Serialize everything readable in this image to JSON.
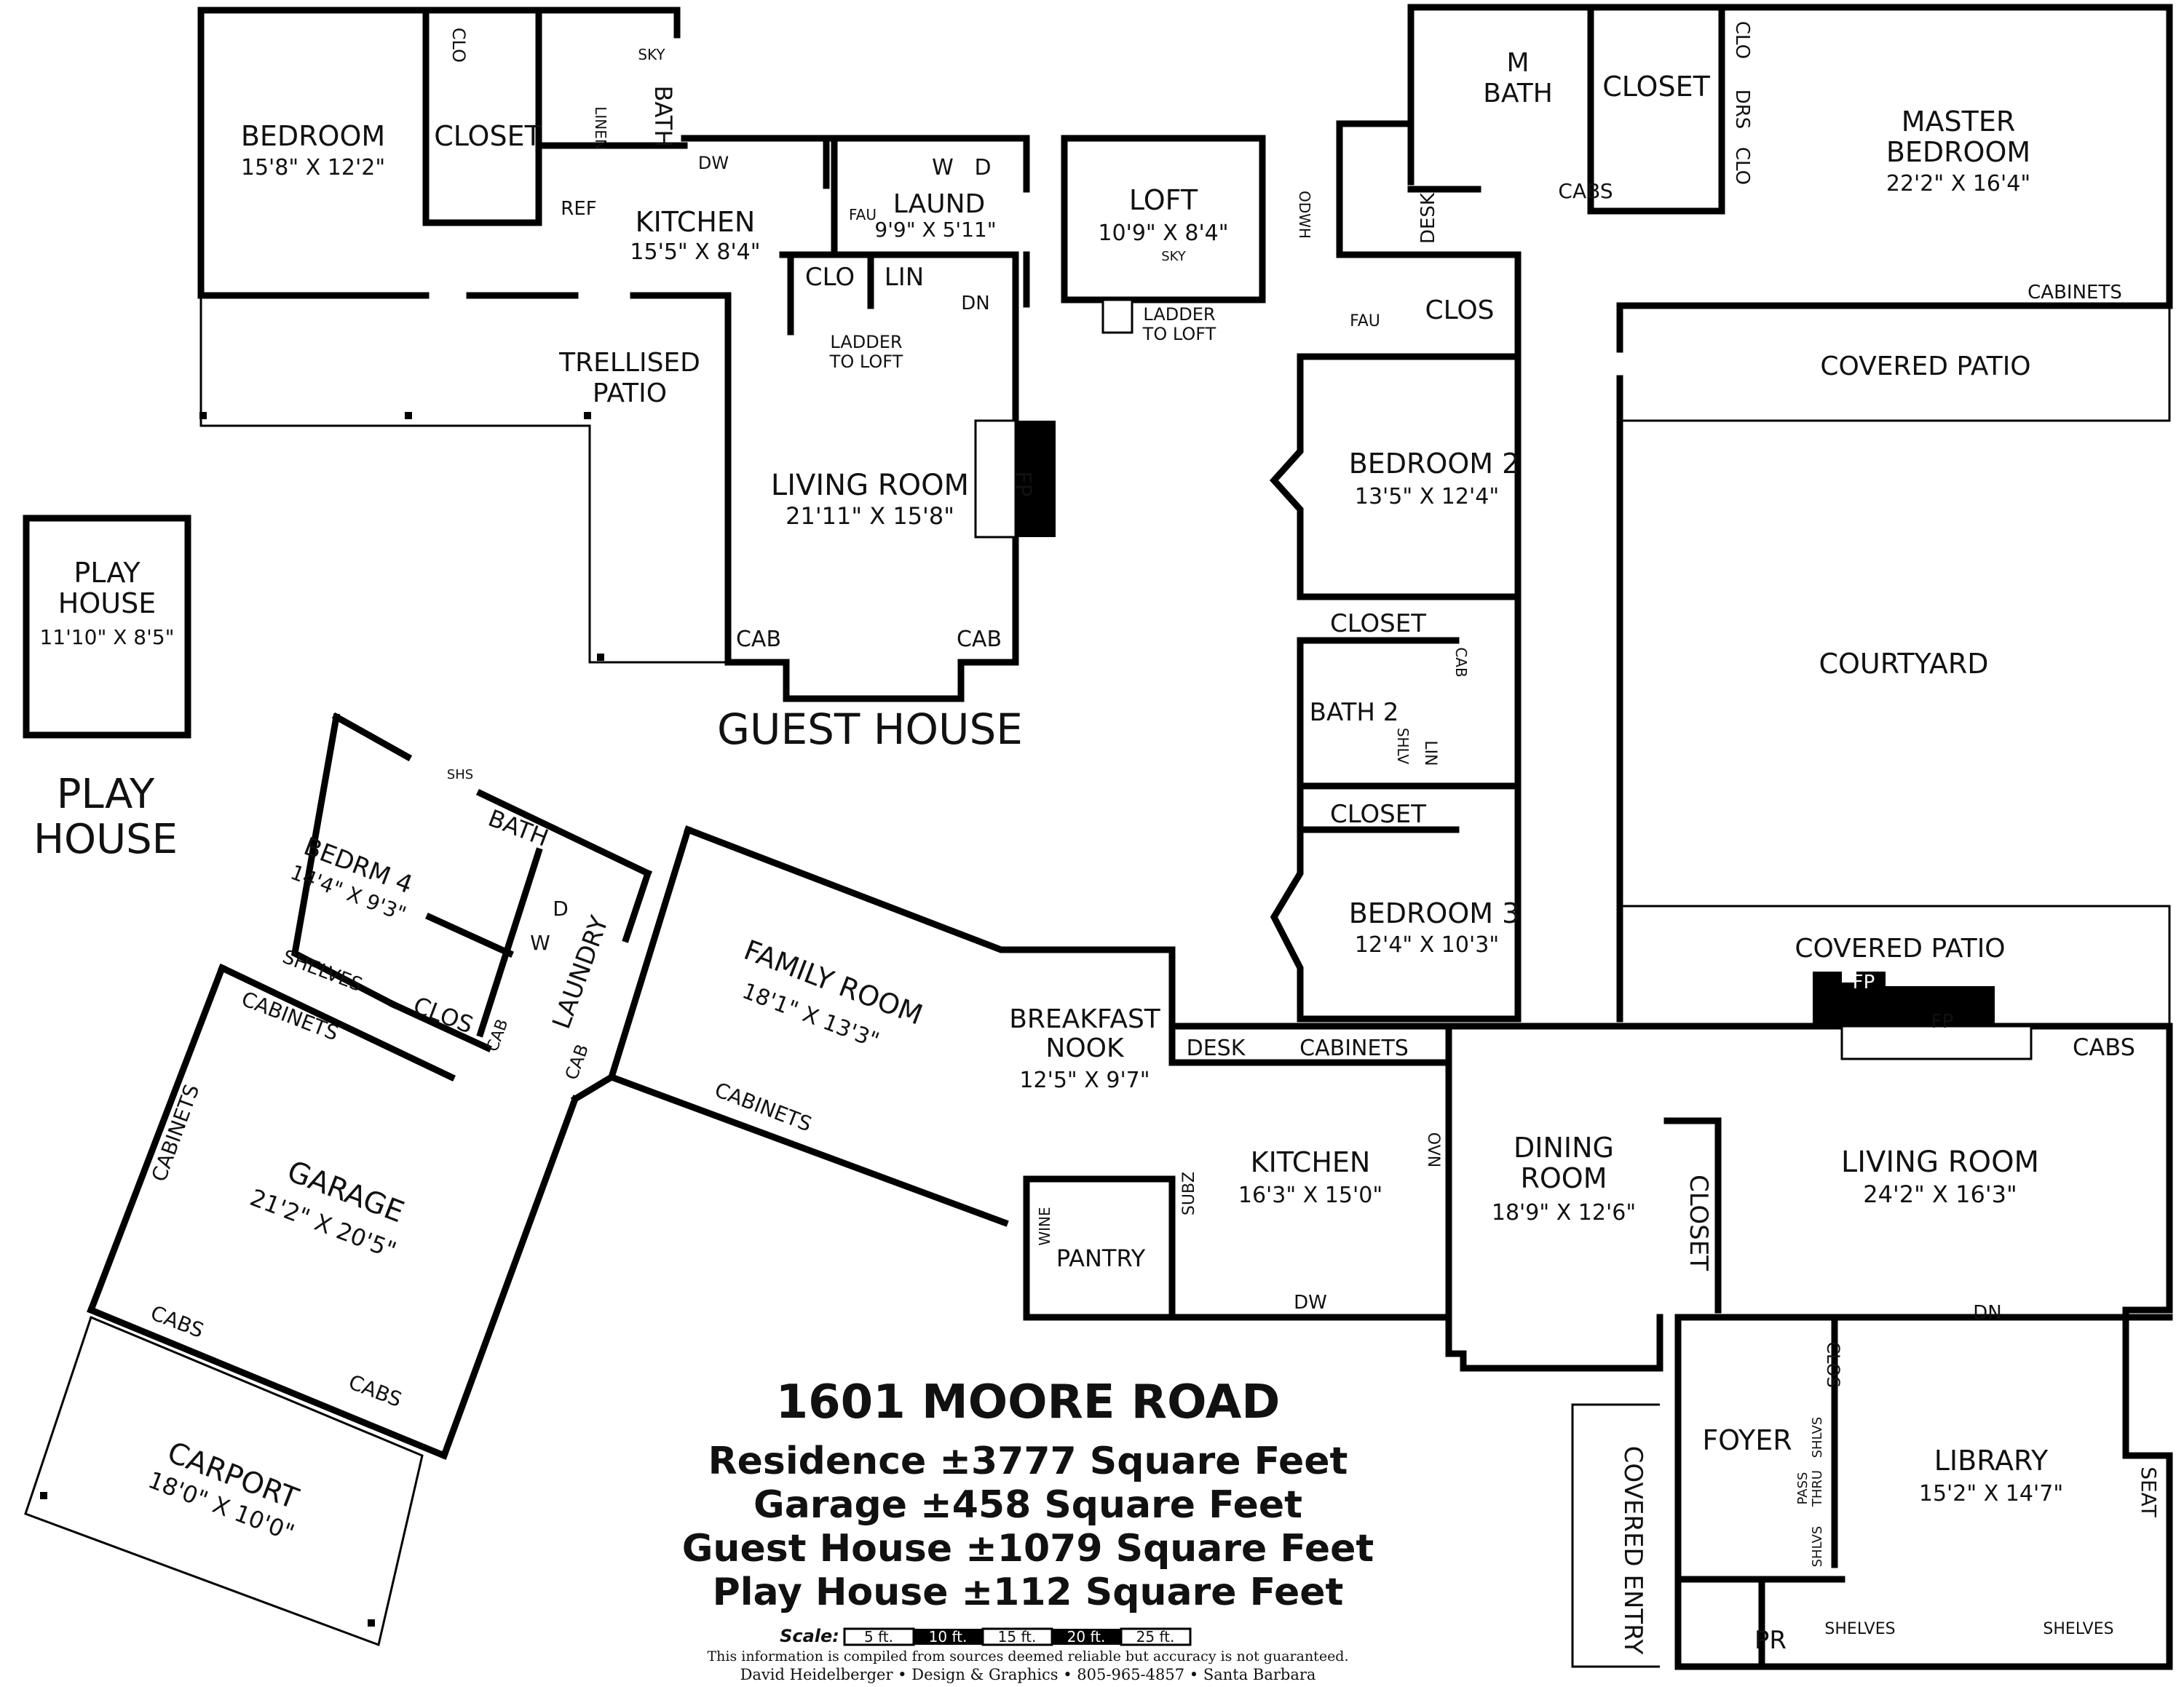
{
  "title": {
    "address": "1601 MOORE ROAD",
    "areas": [
      "Residence ±3777 Square Feet",
      "Garage ±458 Square Feet",
      "Guest House ±1079 Square Feet",
      "Play House ±112 Square Feet"
    ]
  },
  "scale": {
    "label": "Scale:",
    "marks": [
      "5 ft.",
      "10 ft.",
      "15 ft.",
      "20 ft.",
      "25 ft."
    ]
  },
  "disclaimer": "This information is compiled from sources deemed reliable but accuracy is not guaranteed.",
  "credit": "David Heidelberger • Design & Graphics • 805-965-4857 • Santa Barbara",
  "section_labels": {
    "guest_house": "GUEST HOUSE",
    "play_house_1": "PLAY",
    "play_house_2": "HOUSE"
  },
  "rooms": {
    "gh_bedroom": {
      "name": "BEDROOM",
      "dim": "15'8\" X 12'2\""
    },
    "gh_closet": {
      "name": "CLOSET"
    },
    "gh_clo": {
      "name": "CLO"
    },
    "gh_bath": {
      "name": "BATH"
    },
    "gh_sky": {
      "name": "SKY"
    },
    "gh_linen": {
      "name": "LINEN"
    },
    "gh_ref": {
      "name": "REF"
    },
    "gh_dw": {
      "name": "DW"
    },
    "gh_kitchen": {
      "name": "KITCHEN",
      "dim": "15'5\" X 8'4\""
    },
    "gh_laund": {
      "name": "LAUND",
      "dim": "9'9\" X 5'11\""
    },
    "gh_w": {
      "name": "W"
    },
    "gh_d": {
      "name": "D"
    },
    "gh_fau": {
      "name": "FAU"
    },
    "gh_clo2": {
      "name": "CLO"
    },
    "gh_lin": {
      "name": "LIN"
    },
    "gh_dn": {
      "name": "DN"
    },
    "gh_ladder": {
      "name": "LADDER",
      "name2": "TO LOFT"
    },
    "gh_trellised": {
      "name": "TRELLISED",
      "name2": "PATIO"
    },
    "gh_living": {
      "name": "LIVING ROOM",
      "dim": "21'11\" X 15'8\""
    },
    "gh_fp": {
      "name": "FP"
    },
    "gh_cab1": {
      "name": "CAB"
    },
    "gh_cab2": {
      "name": "CAB"
    },
    "loft": {
      "name": "LOFT",
      "dim": "10'9\" X 8'4\"",
      "sky": "SKY"
    },
    "loft_ladder": {
      "name": "LADDER",
      "name2": "TO LOFT"
    },
    "play_house": {
      "name": "PLAY",
      "name2": "HOUSE",
      "dim": "11'10\" X 8'5\""
    },
    "m_bath": {
      "name": "M",
      "name2": "BATH"
    },
    "m_closet": {
      "name": "CLOSET"
    },
    "m_cabs": {
      "name": "CABS"
    },
    "m_clo_a": {
      "name": "CLO"
    },
    "m_drs": {
      "name": "DRS"
    },
    "m_clo_b": {
      "name": "CLO"
    },
    "master_bedroom": {
      "name": "MASTER",
      "name2": "BEDROOM",
      "dim": "22'2\" X 16'4\""
    },
    "m_cabinets": {
      "name": "CABINETS"
    },
    "odwh": {
      "name": "ODWH"
    },
    "desk_top": {
      "name": "DESK"
    },
    "fau_main": {
      "name": "FAU"
    },
    "clos_main": {
      "name": "CLOS"
    },
    "covered_patio_top": {
      "name": "COVERED PATIO"
    },
    "bedroom2": {
      "name": "BEDROOM 2",
      "dim": "13'5\" X 12'4\""
    },
    "closet_b2": {
      "name": "CLOSET"
    },
    "bath2": {
      "name": "BATH 2"
    },
    "cab_b2": {
      "name": "CAB"
    },
    "shlv": {
      "name": "SHLV"
    },
    "lin_b2": {
      "name": "LIN"
    },
    "closet_b3": {
      "name": "CLOSET"
    },
    "bedroom3": {
      "name": "BEDROOM 3",
      "dim": "12'4\" X 10'3\""
    },
    "courtyard": {
      "name": "COURTYARD"
    },
    "covered_patio_mid": {
      "name": "COVERED PATIO"
    },
    "fp_a": {
      "name": "FP"
    },
    "fp_b": {
      "name": "FP"
    },
    "cabs_lr": {
      "name": "CABS"
    },
    "living_room": {
      "name": "LIVING ROOM",
      "dim": "24'2\" X 16'3\""
    },
    "dn_lr": {
      "name": "DN"
    },
    "breakfast": {
      "name": "BREAKFAST",
      "name2": "NOOK",
      "dim": "12'5\" X 9'7\""
    },
    "desk_k": {
      "name": "DESK"
    },
    "cabinets_k": {
      "name": "CABINETS"
    },
    "kitchen": {
      "name": "KITCHEN",
      "dim": "16'3\" X 15'0\""
    },
    "subz": {
      "name": "SUBZ"
    },
    "ovn": {
      "name": "OVN"
    },
    "dw_k": {
      "name": "DW"
    },
    "wine": {
      "name": "WINE"
    },
    "pantry": {
      "name": "PANTRY"
    },
    "dining": {
      "name": "DINING",
      "name2": "ROOM",
      "dim": "18'9\" X 12'6\""
    },
    "closet_dr": {
      "name": "CLOSET"
    },
    "foyer": {
      "name": "FOYER"
    },
    "clos_foyer": {
      "name": "CLOS"
    },
    "shlvs_a": {
      "name": "SHLVS"
    },
    "pass_thru": {
      "name": "PASS",
      "name2": "THRU"
    },
    "shlvs_b": {
      "name": "SHLVS"
    },
    "library": {
      "name": "LIBRARY",
      "dim": "15'2\" X 14'7\""
    },
    "seat": {
      "name": "SEAT"
    },
    "shelves_l1": {
      "name": "SHELVES"
    },
    "shelves_l2": {
      "name": "SHELVES"
    },
    "pr": {
      "name": "PR"
    },
    "covered_entry": {
      "name": "COVERED ENTRY"
    },
    "family_room": {
      "name": "FAMILY ROOM",
      "dim": "18'1\" X 13'3\""
    },
    "cabinets_fr": {
      "name": "CABINETS"
    },
    "bedrm4": {
      "name": "BEDRM 4",
      "dim": "14'4\" X 9'3\""
    },
    "shs": {
      "name": "SHS"
    },
    "bath_b4": {
      "name": "BATH"
    },
    "laundry": {
      "name": "LAUNDRY"
    },
    "w_l": {
      "name": "W"
    },
    "d_l": {
      "name": "D"
    },
    "shelves_g": {
      "name": "SHELVES"
    },
    "clos_g": {
      "name": "CLOS"
    },
    "cab_g": {
      "name": "CAB"
    },
    "cab_l": {
      "name": "CAB"
    },
    "cabinets_g1": {
      "name": "CABINETS"
    },
    "cabinets_g2": {
      "name": "CABINETS"
    },
    "garage": {
      "name": "GARAGE",
      "dim": "21'2\" X 20'5\""
    },
    "cabs_g1": {
      "name": "CABS"
    },
    "cabs_g2": {
      "name": "CABS"
    },
    "carport": {
      "name": "CARPORT",
      "dim": "18'0\" X 10'0\""
    }
  }
}
